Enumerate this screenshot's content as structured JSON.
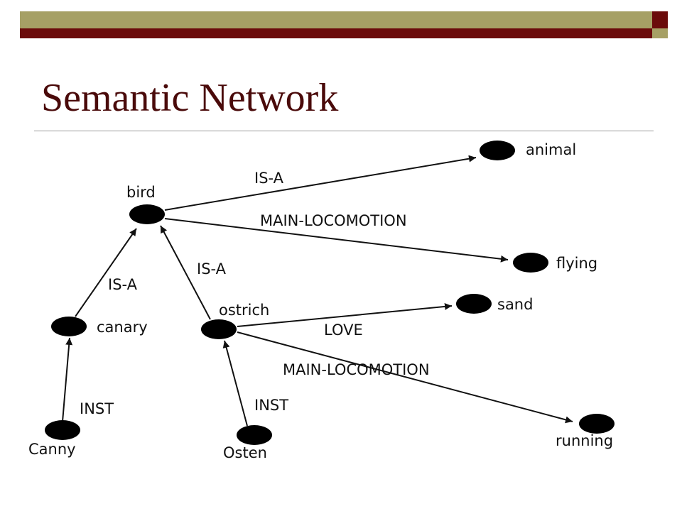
{
  "slide": {
    "title": "Semantic Network",
    "accent_maroon": "#6b0b0b",
    "accent_olive": "#a6a065",
    "title_color": "#4a0a0a"
  },
  "network": {
    "nodes": {
      "bird": "bird",
      "animal": "animal",
      "flying": "flying",
      "canary": "canary",
      "ostrich": "ostrich",
      "sand": "sand",
      "canny": "Canny",
      "osten": "Osten",
      "running": "running"
    },
    "edges": {
      "bird_animal": "IS-A",
      "bird_flying": "MAIN-LOCOMOTION",
      "canary_bird": "IS-A",
      "ostrich_bird": "IS-A",
      "ostrich_sand": "LOVE",
      "ostrich_running": "MAIN-LOCOMOTION",
      "canny_canary": "INST",
      "osten_ostrich": "INST"
    }
  }
}
